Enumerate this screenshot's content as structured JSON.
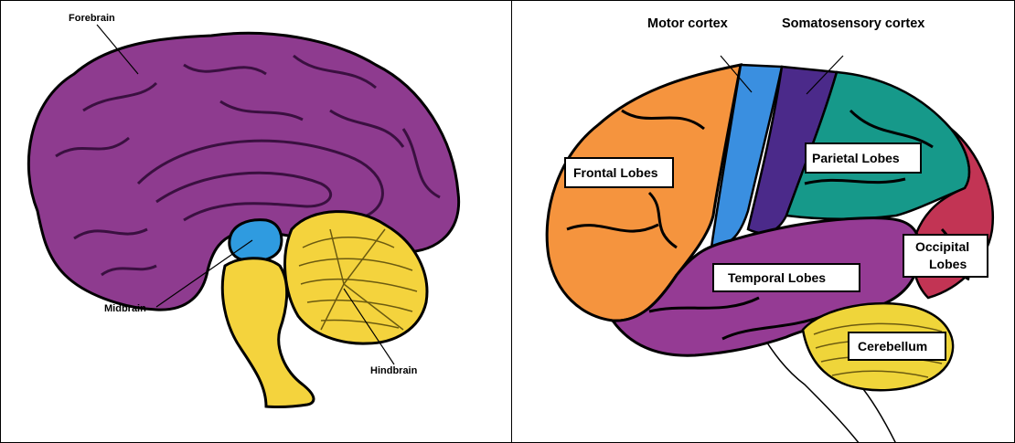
{
  "left_diagram": {
    "labels": {
      "forebrain": "Forebrain",
      "midbrain": "Midbrain",
      "hindbrain": "Hindbrain"
    },
    "colors": {
      "forebrain": "#8e3b8f",
      "midbrain": "#2f9be0",
      "hindbrain": "#f4d33d"
    }
  },
  "right_diagram": {
    "labels": {
      "motor_cortex": "Motor cortex",
      "somatosensory_cortex": "Somatosensory cortex",
      "frontal_lobes": "Frontal Lobes",
      "parietal_lobes": "Parietal Lobes",
      "occipital_lobes_line1": "Occipital",
      "occipital_lobes_line2": "Lobes",
      "temporal_lobes": "Temporal Lobes",
      "cerebellum": "Cerebellum"
    },
    "colors": {
      "frontal": "#f5943e",
      "motor": "#3a8fe0",
      "somatosensory": "#4b2a8a",
      "parietal": "#16998a",
      "occipital": "#c23454",
      "temporal": "#953b94",
      "cerebellum": "#efd53a"
    }
  }
}
